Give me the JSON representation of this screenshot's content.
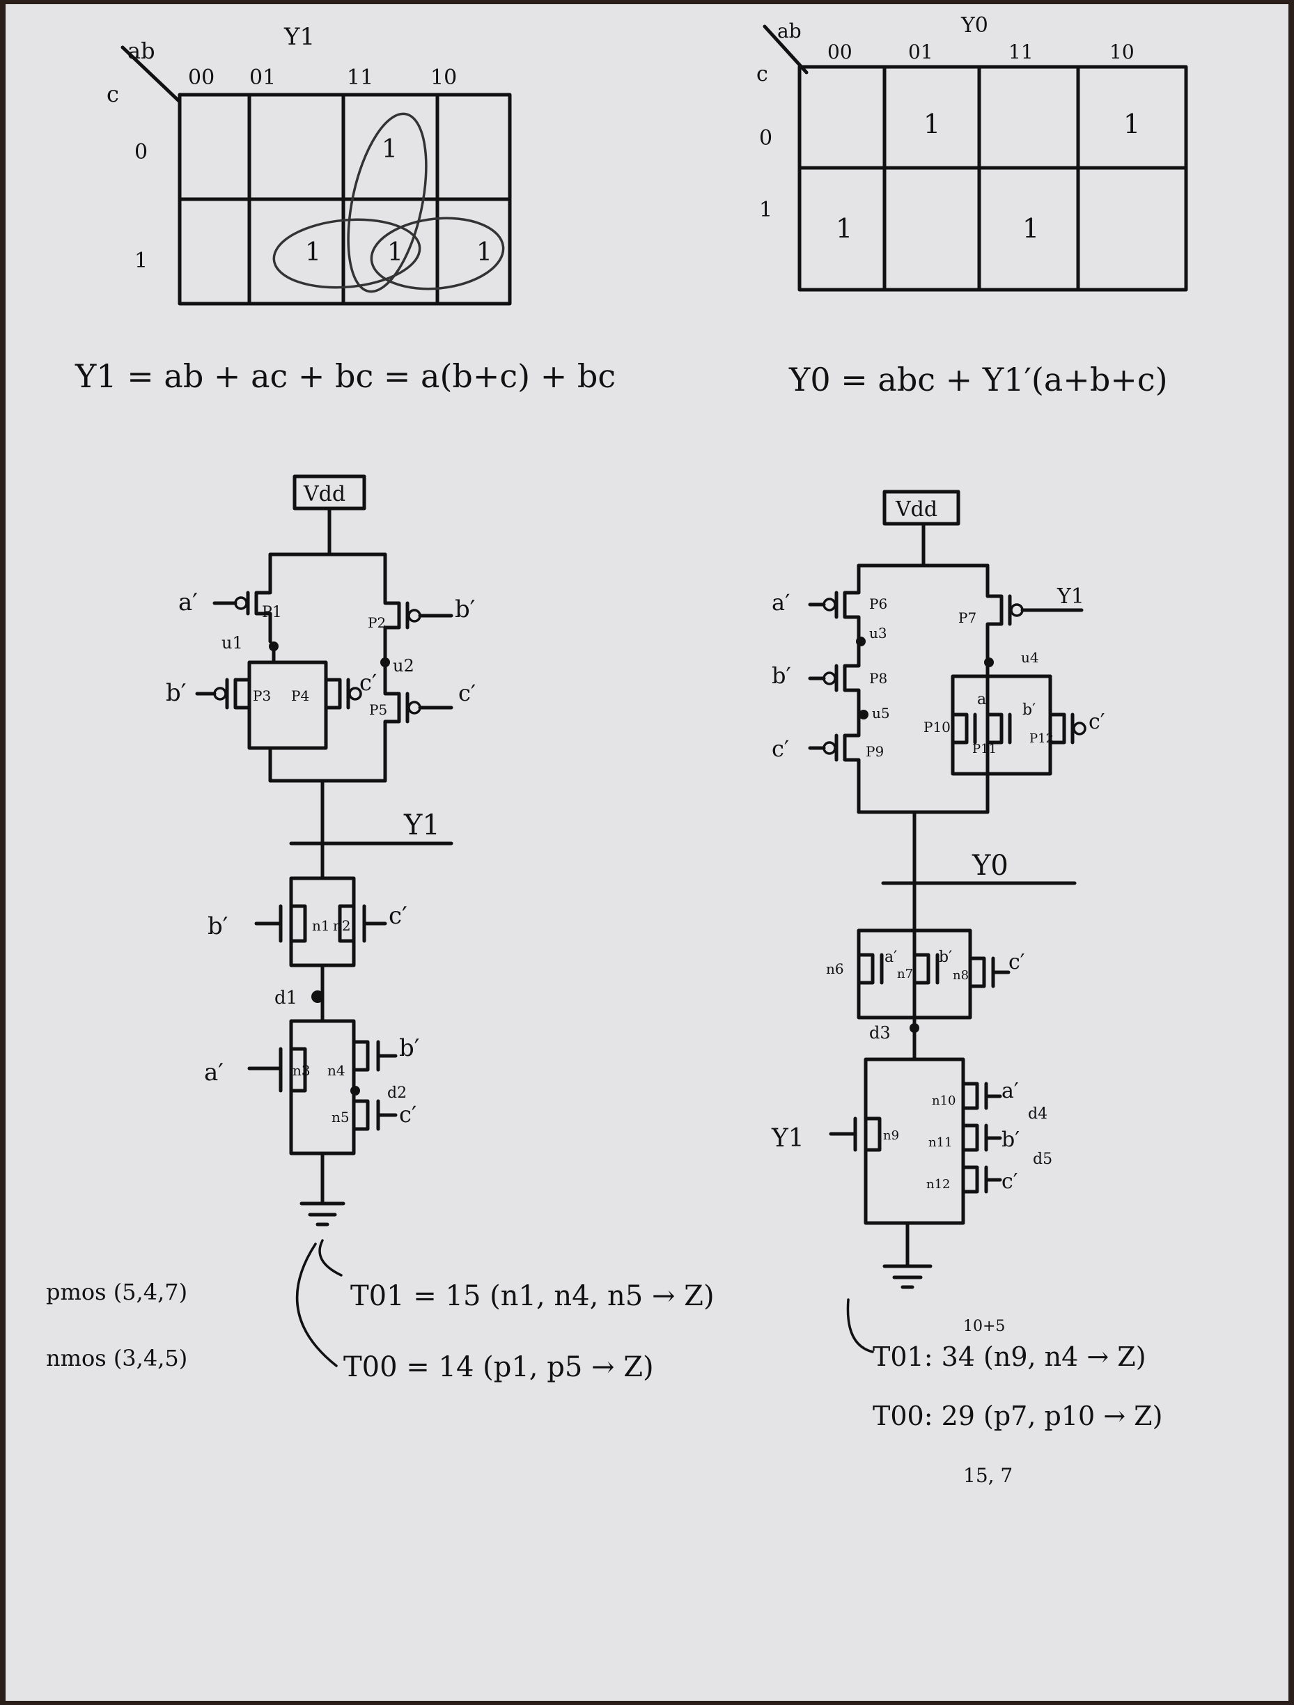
{
  "kmap_left": {
    "corner_top": "ab",
    "corner_left": "c",
    "title": "Y1",
    "col_headers": [
      "00",
      "01",
      "11",
      "10"
    ],
    "row_headers": [
      "0",
      "1"
    ],
    "cells": [
      [
        "",
        "",
        "1",
        ""
      ],
      [
        "",
        "1",
        "1",
        "1"
      ]
    ]
  },
  "kmap_right": {
    "corner_top": "ab",
    "corner_left": "c",
    "title": "Y0",
    "col_headers": [
      "00",
      "01",
      "11",
      "10"
    ],
    "row_headers": [
      "0",
      "1"
    ],
    "cells": [
      [
        "",
        "1",
        "",
        "1"
      ],
      [
        "1",
        "",
        "1",
        ""
      ]
    ]
  },
  "equations": {
    "y1": "Y1 = ab + ac + bc = a(b+c) + bc",
    "y0": "Y0 = abc + Y1′(a+b+c)"
  },
  "circuit_left": {
    "vdd": "Vdd",
    "output": "Y1",
    "pull_up": {
      "gate_inputs": [
        "a′",
        "b′",
        "c′",
        "b′",
        "c′"
      ],
      "transistors": [
        "P1",
        "P2",
        "P3",
        "P4",
        "P5"
      ],
      "nodes": [
        "u1",
        "u2"
      ]
    },
    "pull_down": {
      "gate_inputs": [
        "b′",
        "c′",
        "a′",
        "b′",
        "c′"
      ],
      "transistors": [
        "n1",
        "n2",
        "n3",
        "n4",
        "n5"
      ],
      "nodes": [
        "d1",
        "d2"
      ]
    }
  },
  "circuit_right": {
    "vdd": "Vdd",
    "output": "Y0",
    "pull_up": {
      "gate_inputs": [
        "a′",
        "b′",
        "c′",
        "Y1",
        "a′",
        "b′",
        "c′"
      ],
      "transistors": [
        "P6",
        "P7",
        "P8",
        "P9",
        "P10",
        "P11",
        "P12"
      ],
      "nodes": [
        "u3",
        "u4",
        "u5"
      ]
    },
    "pull_down": {
      "gate_inputs": [
        "a′",
        "b′",
        "c′",
        "Y1",
        "a′",
        "b′",
        "c′"
      ],
      "transistors": [
        "n6",
        "n7",
        "n8",
        "n9",
        "n10",
        "n11",
        "n12"
      ],
      "nodes": [
        "d3",
        "d4",
        "d5"
      ]
    }
  },
  "notes": {
    "pmos": "pmos (5,4,7)",
    "nmos": "nmos (3,4,5)",
    "left_t01": "T01 = 15 (n1, n4, n5 → Z)",
    "left_t00": "T00 = 14 (p1, p5 → Z)",
    "right_t01": "T01: 34 (n9, n4 → Z)",
    "right_t00": "T00: 29 (p7, p10 → Z)",
    "right_t01_note": "10+5",
    "right_t00_note": "15, 7"
  }
}
